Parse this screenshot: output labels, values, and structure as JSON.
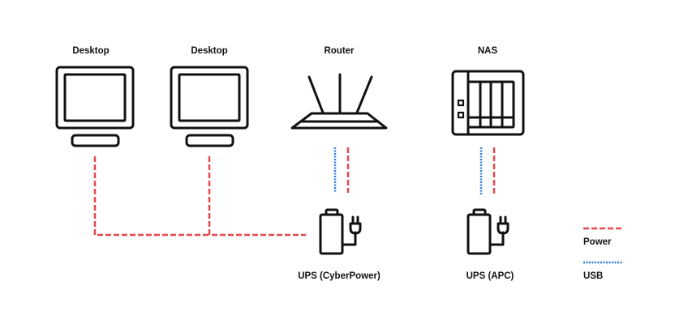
{
  "colors": {
    "power": "#e5484d",
    "usb": "#2f7fe0",
    "icon": "#111111"
  },
  "devices": [
    {
      "id": "desktop1",
      "label": "Desktop",
      "icon": "desktop-icon"
    },
    {
      "id": "desktop2",
      "label": "Desktop",
      "icon": "desktop-icon"
    },
    {
      "id": "router",
      "label": "Router",
      "icon": "router-icon"
    },
    {
      "id": "nas",
      "label": "NAS",
      "icon": "nas-icon"
    }
  ],
  "ups": [
    {
      "id": "ups_cyberpower",
      "label": "UPS (CyberPower)",
      "icon": "ups-battery-plug-icon"
    },
    {
      "id": "ups_apc",
      "label": "UPS (APC)",
      "icon": "ups-battery-plug-icon"
    }
  ],
  "connections": [
    {
      "from": "desktop1",
      "to": "ups_cyberpower",
      "type": "power"
    },
    {
      "from": "desktop2",
      "to": "ups_cyberpower",
      "type": "power"
    },
    {
      "from": "router",
      "to": "ups_cyberpower",
      "type": "power"
    },
    {
      "from": "router",
      "to": "ups_cyberpower",
      "type": "usb"
    },
    {
      "from": "nas",
      "to": "ups_apc",
      "type": "power"
    },
    {
      "from": "nas",
      "to": "ups_apc",
      "type": "usb"
    }
  ],
  "legend": {
    "power": "Power",
    "usb": "USB"
  }
}
